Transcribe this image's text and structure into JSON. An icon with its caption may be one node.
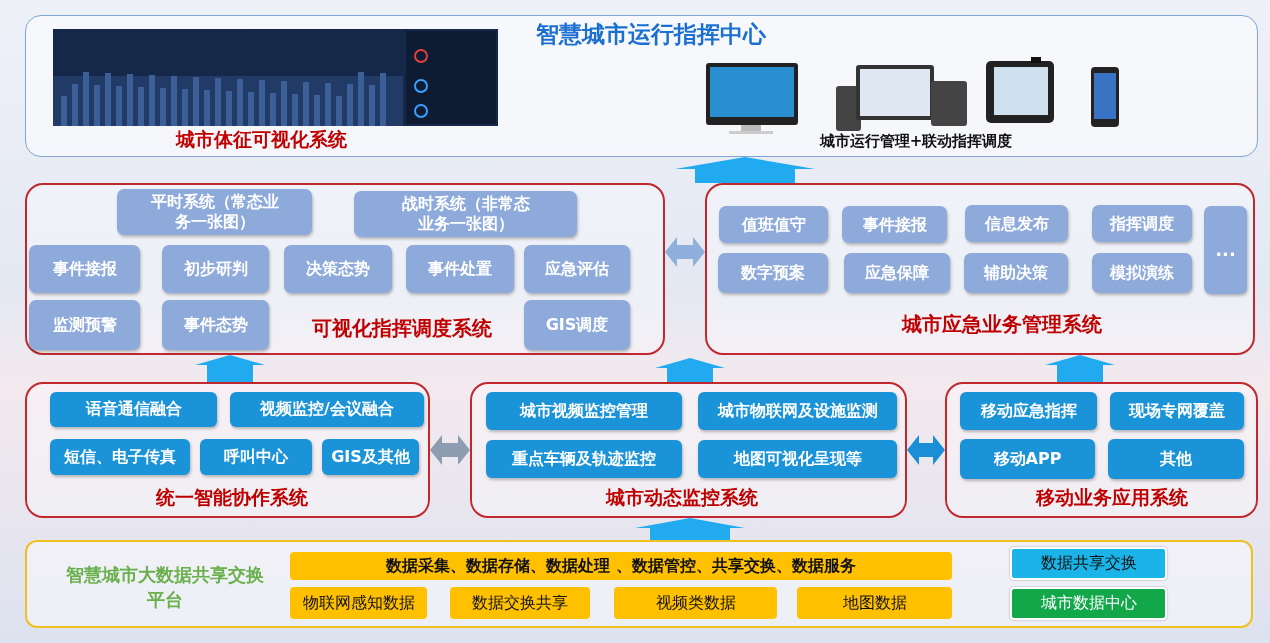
{
  "diagram": {
    "nodes": [
      {
        "text": [
          "智慧城市运行指挥中心",
          "城市体征可视化系统",
          "城市运行管理+联动指挥调度"
        ]
      },
      {
        "text": [
          "可视化指挥调度系统"
        ]
      },
      {
        "text": [
          "平时系统（常态业务一张图）"
        ],
        "in": 1
      },
      {
        "text": [
          "战时系统（非常态业务一张图）"
        ],
        "in": 1
      },
      {
        "text": [
          "事件接报"
        ],
        "in": 1
      },
      {
        "text": [
          "初步研判"
        ],
        "in": 1
      },
      {
        "text": [
          "决策态势"
        ],
        "in": 1
      },
      {
        "text": [
          "事件处置"
        ],
        "in": 1
      },
      {
        "text": [
          "应急评估"
        ],
        "in": 1
      },
      {
        "text": [
          "监测预警"
        ],
        "in": 1
      },
      {
        "text": [
          "事件态势"
        ],
        "in": 1
      },
      {
        "text": [
          "GIS调度"
        ],
        "in": 1
      },
      {
        "text": [
          "城市应急业务管理系统"
        ]
      },
      {
        "text": [
          "值班值守"
        ],
        "in": 12
      },
      {
        "text": [
          "事件接报"
        ],
        "in": 12
      },
      {
        "text": [
          "信息发布"
        ],
        "in": 12
      },
      {
        "text": [
          "指挥调度"
        ],
        "in": 12
      },
      {
        "text": [
          "..."
        ],
        "in": 12
      },
      {
        "text": [
          "数字预案"
        ],
        "in": 12
      },
      {
        "text": [
          "应急保障"
        ],
        "in": 12
      },
      {
        "text": [
          "辅助决策"
        ],
        "in": 12
      },
      {
        "text": [
          "模拟演练"
        ],
        "in": 12
      },
      {
        "text": [
          "统一智能协作系统"
        ]
      },
      {
        "text": [
          "语音通信融合"
        ],
        "in": 22
      },
      {
        "text": [
          "视频监控/会议融合"
        ],
        "in": 22
      },
      {
        "text": [
          "短信、电子传真"
        ],
        "in": 22
      },
      {
        "text": [
          "呼叫中心"
        ],
        "in": 22
      },
      {
        "text": [
          "GIS及其他"
        ],
        "in": 22
      },
      {
        "text": [
          "城市动态监控系统"
        ]
      },
      {
        "text": [
          "城市视频监控管理"
        ],
        "in": 28
      },
      {
        "text": [
          "城市物联网及设施监测"
        ],
        "in": 28
      },
      {
        "text": [
          "重点车辆及轨迹监控"
        ],
        "in": 28
      },
      {
        "text": [
          "地图可视化呈现等"
        ],
        "in": 28
      },
      {
        "text": [
          "移动业务应用系统"
        ]
      },
      {
        "text": [
          "移动应急指挥"
        ],
        "in": 33
      },
      {
        "text": [
          "现场专网覆盖"
        ],
        "in": 33
      },
      {
        "text": [
          "移动APP"
        ],
        "in": 33
      },
      {
        "text": [
          "其他"
        ],
        "in": 33
      },
      {
        "text": [
          "智慧城市大数据共享交换平台"
        ]
      },
      {
        "text": [
          "数据采集、数据存储、数据处理 、数据管控、共享交换、数据服务"
        ],
        "in": 38
      },
      {
        "text": [
          "物联网感知数据"
        ],
        "in": 38
      },
      {
        "text": [
          "数据交换共享"
        ],
        "in": 38
      },
      {
        "text": [
          "视频类数据"
        ],
        "in": 38
      },
      {
        "text": [
          "地图数据"
        ],
        "in": 38
      },
      {
        "text": [
          "数据共享交换"
        ],
        "in": 38
      },
      {
        "text": [
          "城市数据中心"
        ],
        "in": 38
      }
    ],
    "edges": [
      {
        "from": 12,
        "to": 0,
        "arrow": "to",
        "style": "thick"
      },
      {
        "from": 22,
        "to": 1,
        "arrow": "to",
        "style": "thick"
      },
      {
        "from": 28,
        "to": null,
        "arrow": "to",
        "style": "thick"
      },
      {
        "from": 33,
        "to": 12,
        "arrow": "to",
        "style": "thick"
      },
      {
        "from": 38,
        "to": 28,
        "arrow": "to",
        "style": "thick"
      },
      {
        "from": 1,
        "to": 12,
        "arrow": "both",
        "style": "thick",
        "color": "#8fb0dd"
      },
      {
        "from": 22,
        "to": 28,
        "arrow": "both",
        "style": "thick",
        "color": "#8d9cb0"
      },
      {
        "from": 28,
        "to": 33,
        "arrow": "both",
        "style": "thick",
        "color": "#1a8fd8"
      }
    ]
  }
}
